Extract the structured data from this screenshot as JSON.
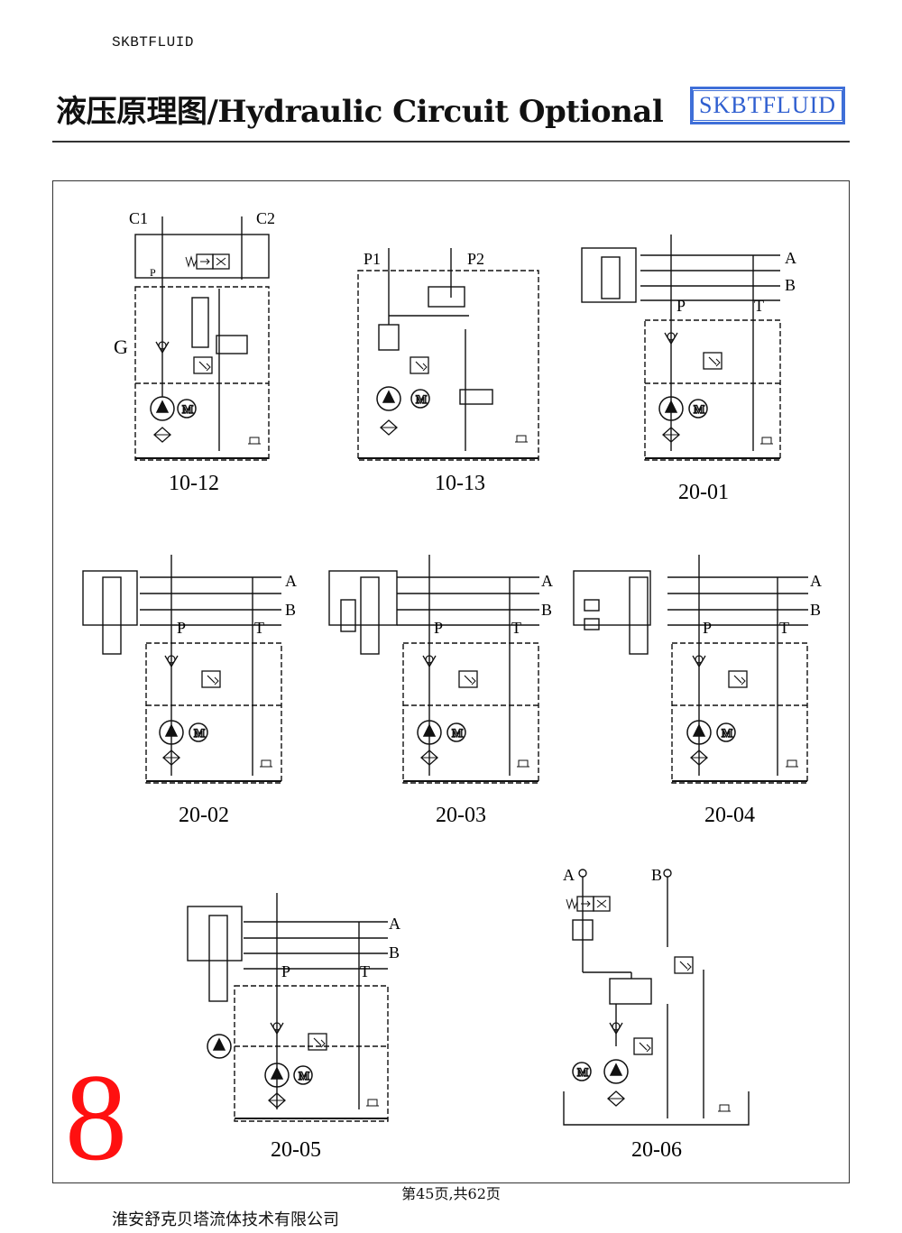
{
  "header": {
    "brand": "SKBTFLUID",
    "title": "液压原理图/Hydraulic Circuit Optional",
    "logo_text": "SKBTFLUID"
  },
  "diagrams": [
    {
      "code": "10-12",
      "ports": [
        "C1",
        "C2",
        "P",
        "G"
      ]
    },
    {
      "code": "10-13",
      "ports": [
        "P1",
        "P2"
      ]
    },
    {
      "code": "20-01",
      "ports": [
        "A",
        "B",
        "P",
        "T"
      ]
    },
    {
      "code": "20-02",
      "ports": [
        "A",
        "B",
        "P",
        "T"
      ]
    },
    {
      "code": "20-03",
      "ports": [
        "A",
        "B",
        "P",
        "T"
      ]
    },
    {
      "code": "20-04",
      "ports": [
        "A",
        "B",
        "P",
        "T"
      ]
    },
    {
      "code": "20-05",
      "ports": [
        "A",
        "B",
        "P",
        "T"
      ]
    },
    {
      "code": "20-06",
      "ports": [
        "A",
        "B"
      ]
    }
  ],
  "page_number_marker": "8",
  "footer": {
    "page_info": "第45页,共62页",
    "company": "淮安舒克贝塔流体技术有限公司"
  }
}
